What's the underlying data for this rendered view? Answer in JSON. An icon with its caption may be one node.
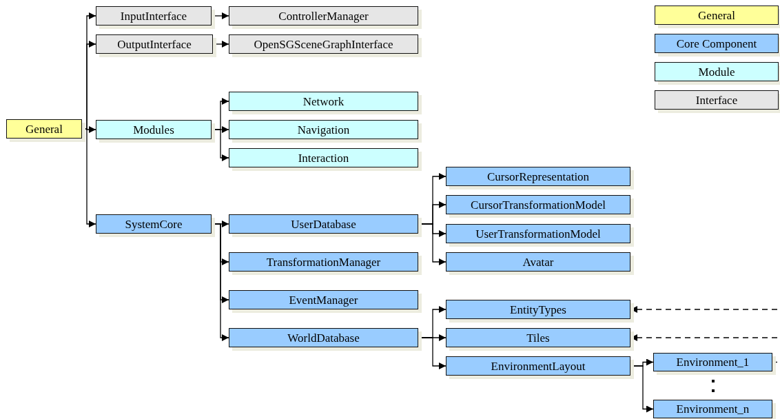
{
  "diagram": {
    "nodes": [
      {
        "text": [
          "General"
        ]
      },
      {
        "text": [
          "InputInterface"
        ]
      },
      {
        "text": [
          "ControllerManager"
        ]
      },
      {
        "text": [
          "OutputInterface"
        ]
      },
      {
        "text": [
          "OpenSGSceneGraphInterface"
        ]
      },
      {
        "text": [
          "Modules"
        ]
      },
      {
        "text": [
          "Network"
        ]
      },
      {
        "text": [
          "Navigation"
        ]
      },
      {
        "text": [
          "Interaction"
        ]
      },
      {
        "text": [
          "SystemCore"
        ]
      },
      {
        "text": [
          "UserDatabase"
        ]
      },
      {
        "text": [
          "TransformationManager"
        ]
      },
      {
        "text": [
          "EventManager"
        ]
      },
      {
        "text": [
          "WorldDatabase"
        ]
      },
      {
        "text": [
          "CursorRepresentation"
        ]
      },
      {
        "text": [
          "CursorTransformationModel"
        ]
      },
      {
        "text": [
          "UserTransformationModel"
        ]
      },
      {
        "text": [
          "Avatar"
        ]
      },
      {
        "text": [
          "EntityTypes"
        ]
      },
      {
        "text": [
          "Tiles"
        ]
      },
      {
        "text": [
          "EnvironmentLayout"
        ]
      },
      {
        "text": [
          "Environment_1"
        ]
      },
      {
        "text": [
          "Environment_n"
        ]
      }
    ],
    "edges": [
      {
        "from": 0,
        "to": 1,
        "arrow": "to"
      },
      {
        "from": 0,
        "to": 3,
        "arrow": "to"
      },
      {
        "from": 0,
        "to": 5,
        "arrow": "to"
      },
      {
        "from": 0,
        "to": 9,
        "arrow": "to"
      },
      {
        "from": 1,
        "to": 2,
        "arrow": "to"
      },
      {
        "from": 3,
        "to": 4,
        "arrow": "to"
      },
      {
        "from": 5,
        "to": 6,
        "arrow": "to"
      },
      {
        "from": 5,
        "to": 7,
        "arrow": "to"
      },
      {
        "from": 5,
        "to": 8,
        "arrow": "to"
      },
      {
        "from": 9,
        "to": 10,
        "arrow": "to"
      },
      {
        "from": 9,
        "to": 11,
        "arrow": "to"
      },
      {
        "from": 9,
        "to": 12,
        "arrow": "to"
      },
      {
        "from": 9,
        "to": 13,
        "arrow": "to"
      },
      {
        "from": 10,
        "to": 14,
        "arrow": "to"
      },
      {
        "from": 10,
        "to": 15,
        "arrow": "to"
      },
      {
        "from": 10,
        "to": 16,
        "arrow": "to"
      },
      {
        "from": 10,
        "to": 17,
        "arrow": "to"
      },
      {
        "from": 13,
        "to": 18,
        "arrow": "to"
      },
      {
        "from": 13,
        "to": 19,
        "arrow": "to"
      },
      {
        "from": 13,
        "to": 20,
        "arrow": "to"
      },
      {
        "from": 20,
        "to": 21,
        "arrow": "to"
      },
      {
        "from": 20,
        "to": 22,
        "arrow": "to"
      },
      {
        "from": null,
        "to": 18,
        "arrow": "to",
        "style": "dashed"
      },
      {
        "from": null,
        "to": 19,
        "arrow": "to",
        "style": "dashed"
      },
      {
        "from": 21,
        "to": null,
        "arrow": "none"
      }
    ],
    "legend": [
      {
        "text": "General",
        "color": "#ffff99"
      },
      {
        "text": "Core Component",
        "color": "#99ccff"
      },
      {
        "text": "Module",
        "color": "#ccffff"
      },
      {
        "text": "Interface",
        "color": "#e6e6e6"
      }
    ]
  }
}
